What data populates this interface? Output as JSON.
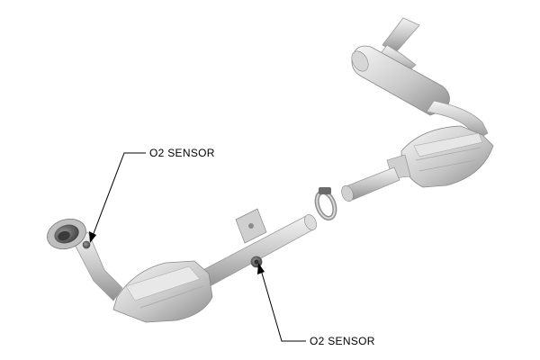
{
  "callouts": {
    "upstream": "O2 SENSOR",
    "downstream": "O2 SENSOR"
  },
  "colors": {
    "metal_light": "#e9e9e9",
    "metal_mid": "#bdbdbd",
    "metal_dark": "#8a8a8a",
    "leader_line": "#000000",
    "background": "#ffffff"
  },
  "icons": [
    "o2-sensor-port",
    "exhaust-clamp",
    "mounting-bracket"
  ]
}
